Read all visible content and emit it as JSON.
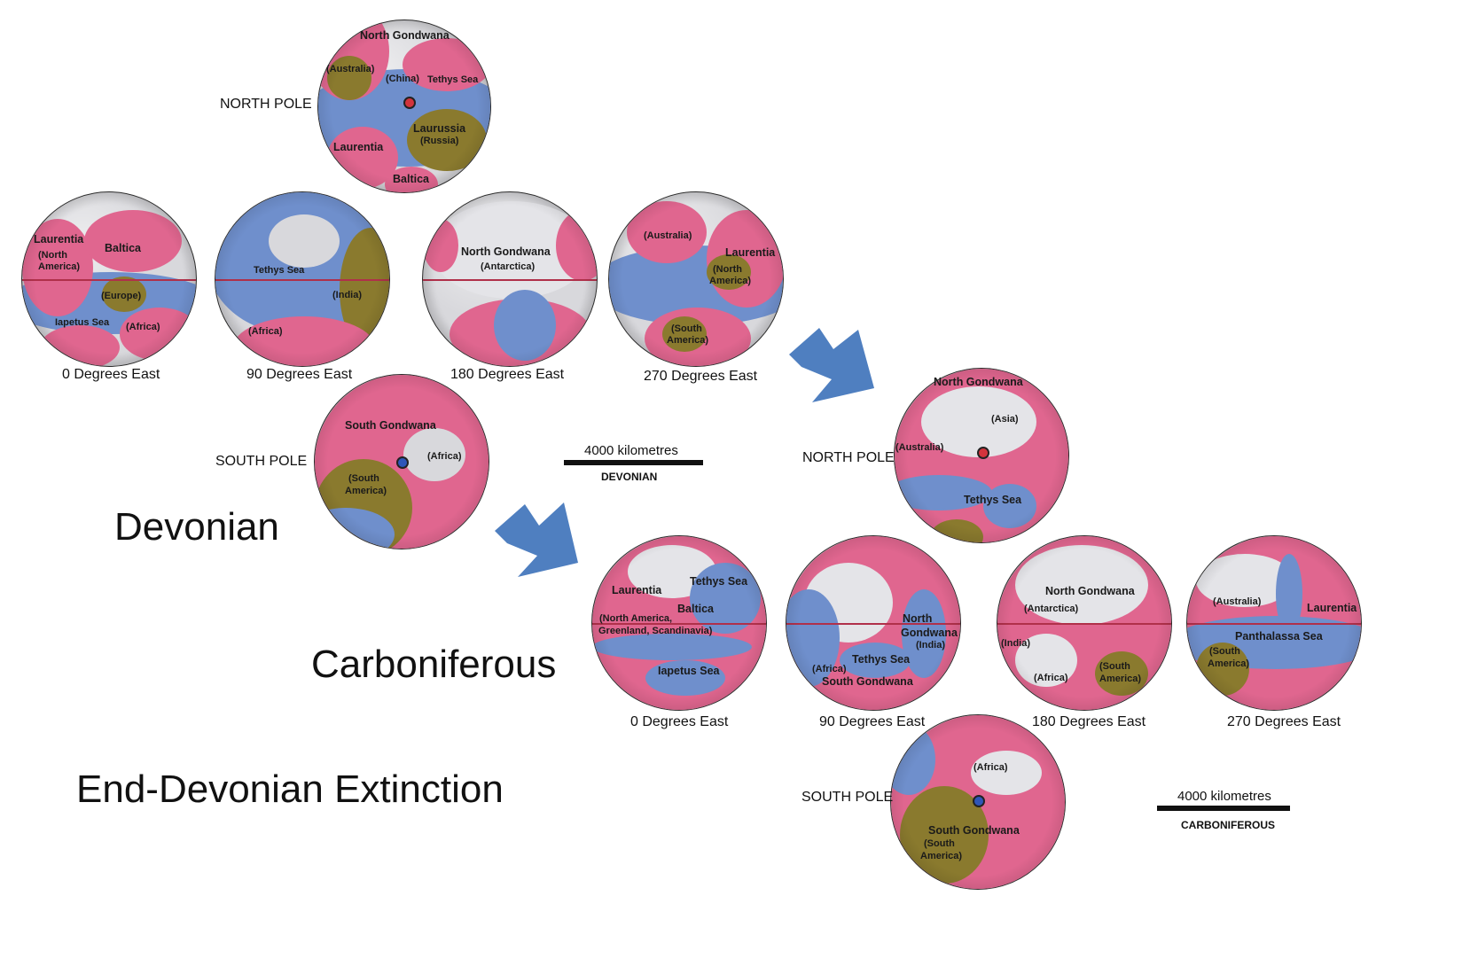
{
  "title": "End-Devonian Extinction",
  "eras": {
    "devonian": "Devonian",
    "carboniferous": "Carboniferous"
  },
  "devonian": {
    "north_pole_label": "NORTH POLE",
    "south_pole_label": "SOUTH POLE",
    "north": [
      "North Gondwana",
      "(Australia)",
      "(China)",
      "Tethys Sea",
      "Laurussia",
      "(Russia)",
      "Laurentia",
      "Baltica"
    ],
    "g0": {
      "caption": "0 Degrees East",
      "labels": [
        "Laurentia",
        "(North",
        "America)",
        "Baltica",
        "(Europe)",
        "Iapetus Sea",
        "(Africa)"
      ]
    },
    "g90": {
      "caption": "90 Degrees East",
      "labels": [
        "Tethys Sea",
        "(India)",
        "(Africa)"
      ]
    },
    "g180": {
      "caption": "180 Degrees East",
      "labels": [
        "North Gondwana",
        "(Antarctica)"
      ]
    },
    "g270": {
      "caption": "270 Degrees East",
      "labels": [
        "(Australia)",
        "Laurentia",
        "(North",
        "America)",
        "(South",
        "America)"
      ]
    },
    "south": [
      "South Gondwana",
      "(Africa)",
      "(South",
      "America)"
    ],
    "scale_text": "4000 kilometres",
    "scale_era": "DEVONIAN"
  },
  "carboniferous": {
    "north_pole_label": "NORTH POLE",
    "south_pole_label": "SOUTH POLE",
    "north": [
      "North Gondwana",
      "(Asia)",
      "(Australia)",
      "Tethys Sea"
    ],
    "g0": {
      "caption": "0 Degrees East",
      "labels": [
        "Laurentia",
        "Tethys Sea",
        "Baltica",
        "(North America,",
        "Greenland, Scandinavia)",
        "Iapetus Sea"
      ]
    },
    "g90": {
      "caption": "90 Degrees East",
      "labels": [
        "North",
        "Gondwana",
        "(India)",
        "Tethys Sea",
        "(Africa)",
        "South Gondwana"
      ]
    },
    "g180": {
      "caption": "180 Degrees East",
      "labels": [
        "North Gondwana",
        "(Antarctica)",
        "(India)",
        "(Africa)",
        "(South",
        "America)"
      ]
    },
    "g270": {
      "caption": "270 Degrees East",
      "labels": [
        "(Australia)",
        "Laurentia",
        "Panthalassa Sea",
        "(South",
        "America)"
      ]
    },
    "south": [
      "(Africa)",
      "South Gondwana",
      "(South",
      "America)"
    ],
    "scale_text": "4000 kilometres",
    "scale_era": "CARBONIFEROUS"
  },
  "colors": {
    "ocean": "#6f8fcc",
    "land_pink": "#e0668f",
    "land_olive": "#8a7a2e",
    "ice": "#e4e4e8",
    "arrow": "#4f7fc0",
    "north_pole_dot": "#d2343c",
    "south_pole_dot": "#2e56b8"
  }
}
